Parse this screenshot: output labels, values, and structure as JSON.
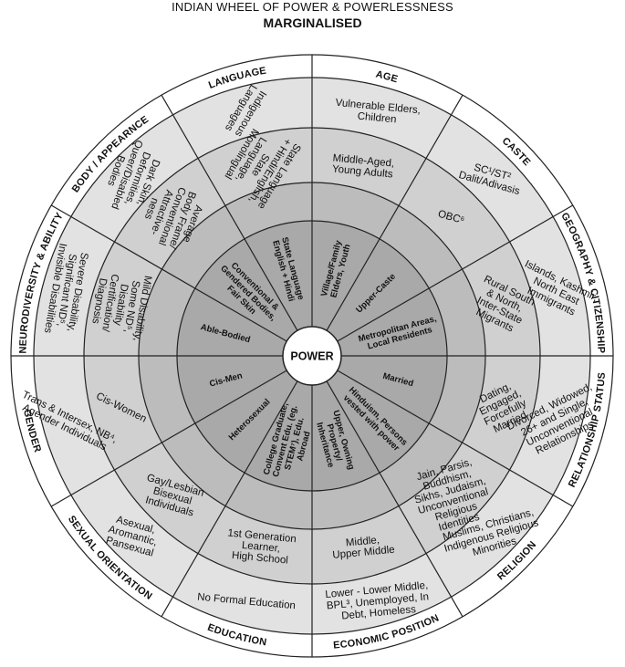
{
  "title": "INDIAN WHEEL OF POWER & POWERLESSNESS",
  "subtitle": "MARGINALISED",
  "center_label": "POWER",
  "colors": {
    "outer_tier": "#e2e2e2",
    "tier_2": "#d0d0d0",
    "tier_3": "#bcbcbc",
    "power_tier": "#a9a9a9",
    "hub": "#ffffff",
    "lines": "#222222",
    "band": "#ffffff"
  },
  "sectors": [
    {
      "category": "AGE",
      "outer": [
        "Vulnerable Elders,",
        "Children"
      ],
      "middle": [
        "Middle-Aged,",
        "Young Adults"
      ],
      "power": [
        "Village/Family",
        "Elders, Youth"
      ]
    },
    {
      "category": "CASTE",
      "outer": [
        "SC¹/ST²",
        "Dalit/Adivasis"
      ],
      "middle": [
        "OBC⁶"
      ],
      "power": [
        "Upper-Caste"
      ]
    },
    {
      "category": "GEOGRAPHY & CITIZENSHIP",
      "outer": [
        "Islands, Kashmir,",
        "North East",
        "Immigrants"
      ],
      "middle": [
        "Rural South",
        "& North,",
        "Inter-State",
        "Migrants"
      ],
      "power": [
        "Metropolitan Areas,",
        "Local Residents"
      ]
    },
    {
      "category": "RELATIONSHIP STATUS",
      "outer": [
        "Divorced, Widowed,",
        "26+ and Single,",
        "Unconventional",
        "Relationships"
      ],
      "middle": [
        "Dating,",
        "Engaged,",
        "Forcefully",
        "Married"
      ],
      "power": [
        "Married"
      ]
    },
    {
      "category": "RELIGION",
      "outer": [
        "Muslims, Christians,",
        "Indigenous Religious",
        "Minorities"
      ],
      "middle": [
        "Jain, Parsis,",
        "Buddhism,",
        "Sikhs, Judaism,",
        "Unconventional",
        "Religious",
        "Identities"
      ],
      "power": [
        "Hinduism, Persons",
        "vested with power"
      ]
    },
    {
      "category": "ECONOMIC POSITION",
      "outer": [
        "Lower - Lower Middle,",
        "BPL³, Unemployed, In",
        "Debt, Homeless"
      ],
      "middle": [
        "Middle,",
        "Upper Middle"
      ],
      "power": [
        "Upper, Owning",
        "Property/",
        "Inheritance"
      ]
    },
    {
      "category": "EDUCATION",
      "outer": [
        "No Formal Education"
      ],
      "middle": [
        "1st Generation",
        "Learner,",
        "High School"
      ],
      "power": [
        "College Graduate,",
        "Convent Edu. (eg.",
        "STEM⁷), Edu.",
        "Abroad"
      ]
    },
    {
      "category": "SEXUAL ORIENTATION",
      "outer": [
        "Asexual,",
        "Aromantic,",
        "Pansexual"
      ],
      "middle": [
        "Gay/Lesbian",
        "Bisexual",
        "Individuals"
      ],
      "power": [
        "Heterosexual"
      ]
    },
    {
      "category": "GENDER",
      "outer": [
        "Trans & Intersex, NB⁴,",
        "Agender Individuals"
      ],
      "middle": [
        "Cis-Women"
      ],
      "power": [
        "Cis-Men"
      ]
    },
    {
      "category": "NEURODIVERSITY & ABILITY",
      "outer": [
        "Severe Disability,",
        "Significant ND⁵,",
        "Invisible Disabilities"
      ],
      "middle": [
        "Mild Disability,",
        "Some ND⁵,",
        "Disability",
        "Certification/",
        "Diagnosis"
      ],
      "power": [
        "Able-Bodied"
      ]
    },
    {
      "category": "BODY / APPEARNCE",
      "outer": [
        "Dark Skin,",
        "Deformities,",
        "Queer/Disabled",
        "Bodies"
      ],
      "middle": [
        "Average",
        "Body Frame/",
        "Conventional",
        "Attractive-",
        "ness"
      ],
      "power": [
        "Conventional &",
        "Gendered Bodies,",
        "Fair Skin"
      ]
    },
    {
      "category": "LANGUAGE",
      "outer": [
        "Indigenous",
        "Languages"
      ],
      "middle": [
        "State Language",
        "+ Hindi/English,",
        "State",
        "Language,",
        "Monolingual"
      ],
      "power": [
        "State Language",
        "English + Hindi"
      ]
    }
  ]
}
